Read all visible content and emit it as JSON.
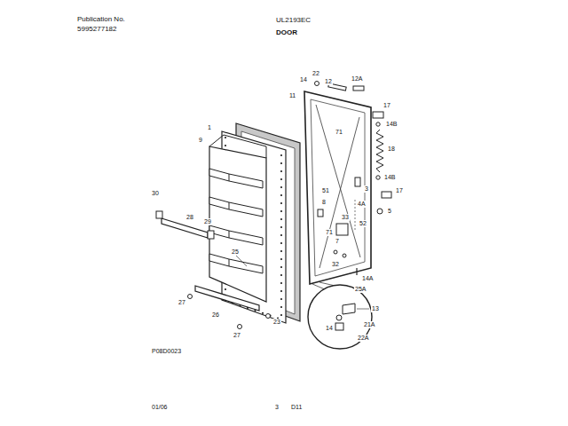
{
  "diagram": {
    "title": "DOOR",
    "labels": [
      "Publication No.",
      "5995277182",
      "UL2193EC",
      "14",
      "22",
      "12",
      "12A",
      "11",
      "17",
      "14B",
      "1",
      "9",
      "71",
      "18",
      "51",
      "14B",
      "17",
      "3",
      "4A",
      "5",
      "8",
      "71",
      "33",
      "30",
      "28",
      "29",
      "52",
      "7",
      "32",
      "14A",
      "25A",
      "25",
      "13",
      "27",
      "26",
      "27",
      "23",
      "14",
      "21A",
      "22A",
      "P08D0023",
      "01/06",
      "3",
      "D11"
    ]
  }
}
